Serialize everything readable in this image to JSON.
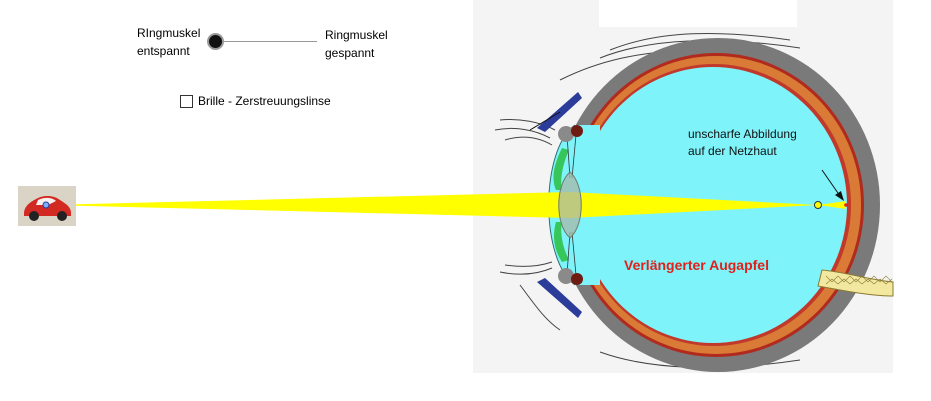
{
  "slider": {
    "left_label": "RIngmuskel\nentspannt",
    "right_label": "Ringmuskel\ngespannt",
    "value": 0
  },
  "checkbox": {
    "label": "Brille - Zerstreuungslinse",
    "checked": false
  },
  "diagram": {
    "retina_annotation": "unscharfe Abbildung\nauf der Netzhaut",
    "eyeball_label": "Verlängerter Augapfel"
  },
  "colors": {
    "panel_bg": "#f4f4f4",
    "eye_fluid": "#7ef4fa",
    "sclera": "#7a7a7a",
    "choroid": "#d97b36",
    "retina_line": "#c0392b",
    "light_beam": "#ffff00",
    "eyeball_label": "#e0201b",
    "iris_green": "#36c65a",
    "muscle_blue": "#2b3c9a",
    "optic_nerve": "#f2e8a0"
  }
}
